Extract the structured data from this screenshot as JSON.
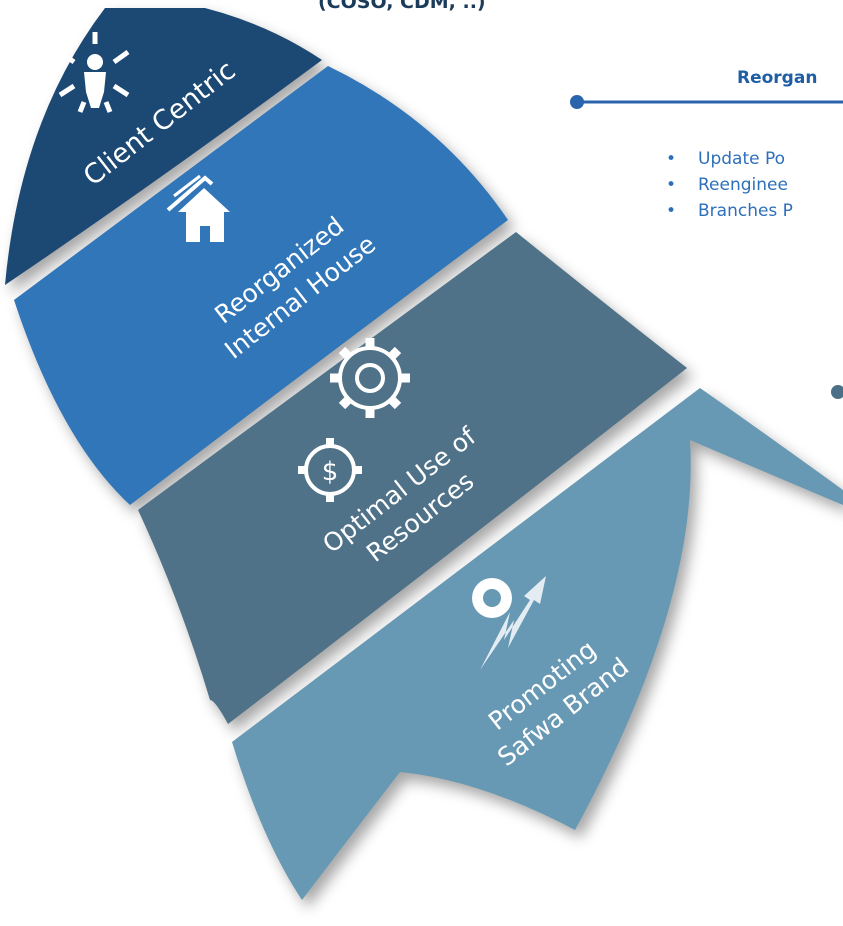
{
  "top_note": "(COSO, CDM, ..)",
  "sections": {
    "client_centric": "Client Centric",
    "reorganized_line1": "Reorganized",
    "reorganized_line2": "Internal House",
    "optimal_line1": "Optimal Use of",
    "optimal_line2": "Resources",
    "promoting_line1": "Promoting",
    "promoting_line2": "Safwa Brand"
  },
  "panel": {
    "title": "Reorgan",
    "bullets": [
      "Update Po",
      "Reenginee",
      "Branches P"
    ]
  },
  "icons": {
    "client": "client-centric-icon",
    "house": "house-icon",
    "gears": "gears-dollar-icon",
    "growth": "growth-arrow-icon"
  },
  "colors": {
    "navy": "#1c4874",
    "blue": "#3076b8",
    "steel": "#4f7288",
    "light": "#6899b4",
    "accent": "#2a64ac"
  }
}
